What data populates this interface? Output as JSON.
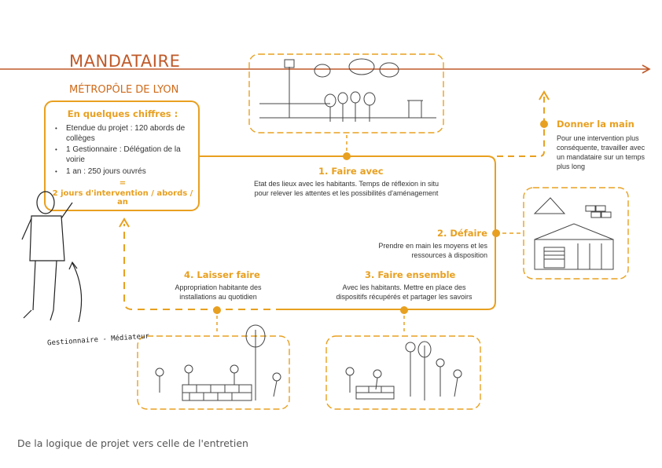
{
  "header": {
    "title": "MANDATAIRE",
    "subtitle": "MÉTROPÔLE DE LYON"
  },
  "summary_box": {
    "heading": "En quelques chiffres :",
    "bullets": [
      "Etendue du projet : 120 abords de collèges",
      "1 Gestionnaire : Délégation de la voirie",
      "1 an : 250 jours ouvrés"
    ],
    "equals": "=",
    "highlight": "2 jours d'intervention / abords / an"
  },
  "steps": [
    {
      "title": "1. Faire avec",
      "text": "Etat des lieux avec les habitants. Temps de réflexion in situ pour relever les attentes et les possibilités d'aménagement"
    },
    {
      "title": "2. Défaire",
      "text": "Prendre en main les moyens et les ressources à disposition"
    },
    {
      "title": "3. Faire ensemble",
      "text": "Avec les habitants. Mettre en place des dispositifs récupérés et partager les savoirs"
    },
    {
      "title": "4. Laisser faire",
      "text": "Appropriation habitante des installations au quotidien"
    }
  ],
  "handoff": {
    "title": "Donner la main",
    "text": "Pour une intervention plus conséquente, travailler avec un mandataire sur un temps plus long"
  },
  "figure_label": "Gestionnaire - Médiateur",
  "footer": "De la logique de projet vers celle de l'entretien",
  "colors": {
    "accent": "#e8a020",
    "title": "#c05a2a",
    "arrow": "#c05a2a"
  }
}
